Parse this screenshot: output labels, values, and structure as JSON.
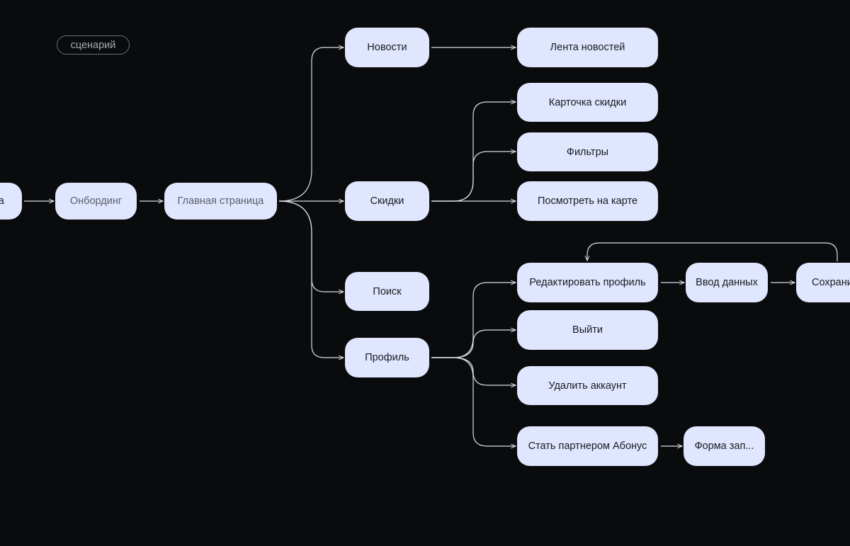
{
  "tag": {
    "label": "сценарий"
  },
  "colors": {
    "background": "#0a0b0d",
    "node_fill": "#dfe6fd",
    "node_text": "#1a1c22",
    "edge": "#d9dde6"
  },
  "nodes": {
    "start": "да",
    "onboarding": "Онбординг",
    "home": "Главная страница",
    "news": "Новости",
    "news_feed": "Лента новостей",
    "discounts": "Скидки",
    "discount_card": "Карточка скидки",
    "filters": "Фильтры",
    "map_view": "Посмотреть на карте",
    "search": "Поиск",
    "profile": "Профиль",
    "edit_profile": "Редактировать профиль",
    "data_entry": "Ввод данных",
    "save": "Сохрани",
    "logout": "Выйти",
    "delete_account": "Удалить аккаунт",
    "become_partner": "Стать партнером Абонус",
    "application_form": "Форма зап..."
  }
}
